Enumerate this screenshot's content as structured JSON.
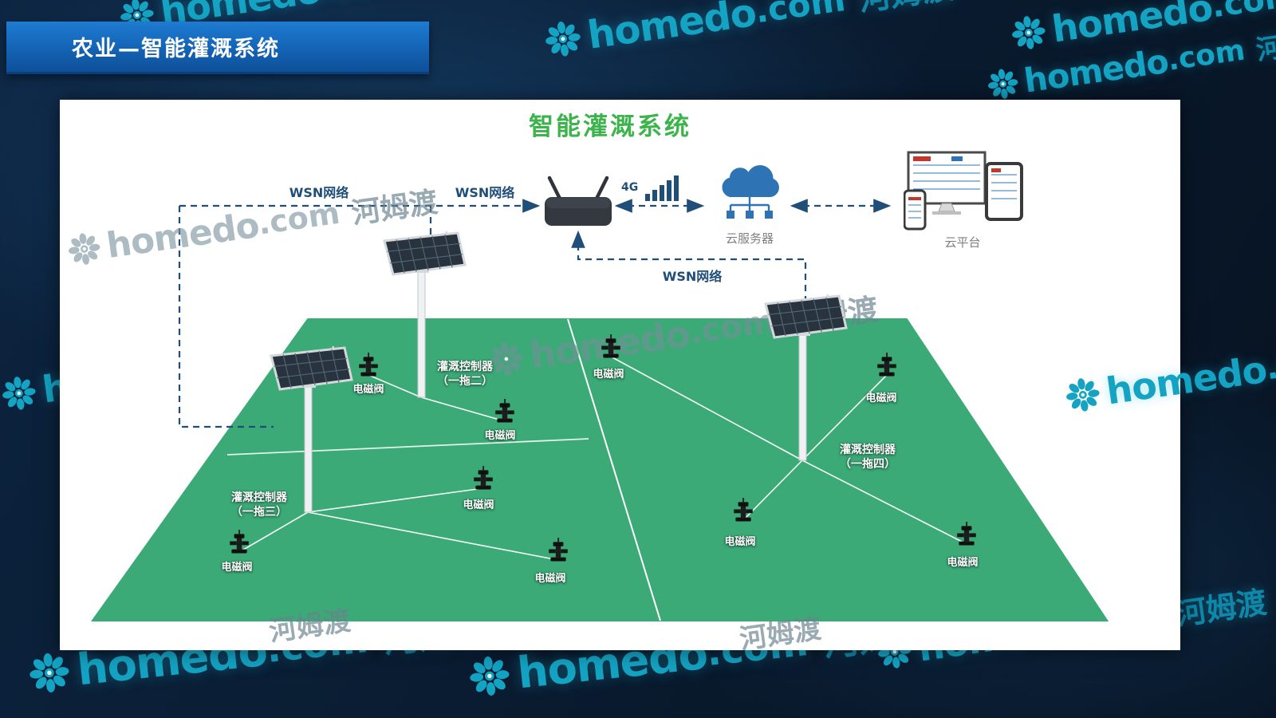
{
  "page": {
    "title_banner": "农业—智能灌溉系统"
  },
  "diagram": {
    "title": "智能灌溉系统",
    "labels": {
      "wsn_left": "WSN网络",
      "wsn_mid": "WSN网络",
      "wsn_bottom": "WSN网络",
      "cellular": "4G",
      "cloud_server": "云服务器",
      "cloud_platform": "云平台",
      "valve": "电磁阀"
    },
    "controllers": {
      "c2": {
        "line1": "灌溉控制器",
        "line2": "（一拖二）"
      },
      "c3": {
        "line1": "灌溉控制器",
        "line2": "（一拖三）"
      },
      "c4": {
        "line1": "灌溉控制器",
        "line2": "（一拖四）"
      }
    }
  },
  "watermark": {
    "brand": "homedo",
    "domain": ".com",
    "chinese": "河姆渡"
  },
  "colors": {
    "field_green": "#3BAA77",
    "network_navy": "#1F4E79",
    "title_green": "#3CB44B",
    "banner_blue": "#1467BE",
    "watermark_teal": "#14A3C3"
  }
}
